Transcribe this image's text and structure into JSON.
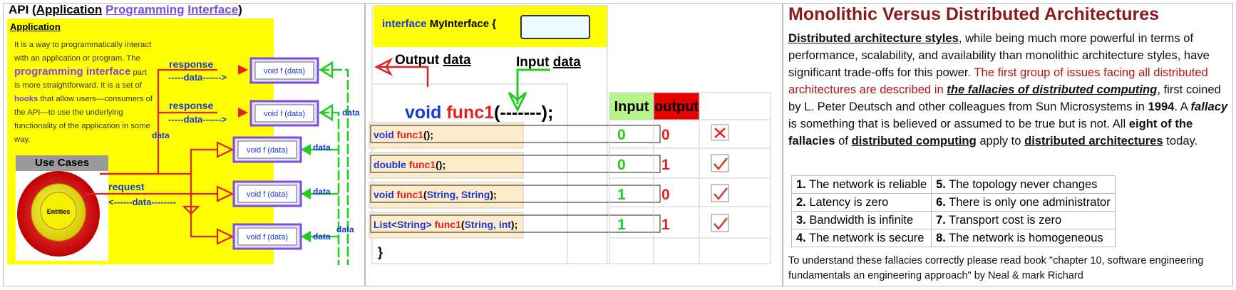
{
  "panel1": {
    "title_prefix": "API (",
    "title_word1": "Application",
    "title_word2": "Programming",
    "title_word3": "Interface",
    "title_suffix": ")",
    "app_heading": "Application",
    "app_text_1": "It is a way to programmatically interact with an application or program. The ",
    "app_text_big": "programming interface",
    "app_text_2": " part is more straightforward. It is a set of ",
    "app_text_hooks": "hooks",
    "app_text_3": " that allow users—consumers of the API—to use the underlying functionality of the application in some way.",
    "use_cases": "Use Cases",
    "entities": "Entities",
    "response_label": "response",
    "data_arrow": "-----data------>",
    "request_label": "request",
    "request_arrow": "<------data--------",
    "data_word": "data",
    "method_label": "void f (data)",
    "colors": {
      "yellow": "#ffff00",
      "red": "#e62020",
      "green": "#22cc22",
      "purple": "#7a4fe0"
    }
  },
  "panel2": {
    "interface_keyword": "interface",
    "interface_name": "MyInterface {",
    "output_label": "Output",
    "input_label": "Input",
    "data_label": "data",
    "func_void": "void",
    "func_name": "func1",
    "func_params": "(-------);",
    "closing_brace": "}",
    "col_input": "Input",
    "col_output": "output",
    "rows": [
      {
        "ret": "void ",
        "name": "func1",
        "args": "();",
        "args_blue": "",
        "args_end": "",
        "input": "0",
        "output": "0",
        "mark": "X"
      },
      {
        "ret": "double ",
        "name": "func1",
        "args": "();",
        "args_blue": "",
        "args_end": "",
        "input": "0",
        "output": "1",
        "mark": "check"
      },
      {
        "ret": "void ",
        "name": "func1",
        "args": "(",
        "args_blue": "String, String",
        "args_end": ");",
        "input": "1",
        "output": "0",
        "mark": "check"
      },
      {
        "ret": "List<String> ",
        "name": "func1",
        "args": "(",
        "args_blue": "String, int",
        "args_end": ");",
        "input": "1",
        "output": "1",
        "mark": "check"
      }
    ]
  },
  "panel3": {
    "title": "Monolithic Versus Distributed Architectures",
    "p_1": "Distributed architecture styles",
    "p_2": ", while being much more powerful in terms of performance, scalability, and availability than monolithic architecture styles, have significant trade-offs for this power. ",
    "p_red": "The first group of issues facing all distributed architectures are described in ",
    "p_fallacies": "the fallacies of distributed computing",
    "p_3": ", first coined by L. Peter Deutsch and other colleagues from Sun Microsystems in ",
    "p_year": "1994",
    "p_4": ". A ",
    "p_fallacy": "fallacy",
    "p_5": " is something that is believed or assumed to be true but is not. All ",
    "p_eight": "eight of the fallacies",
    "p_6": " of ",
    "p_dc": "distributed computing",
    "p_7": " apply to ",
    "p_da": "distributed architectures",
    "p_8": " today.",
    "fallacies": [
      {
        "num": "1.",
        "text": " The network is reliable"
      },
      {
        "num": "2.",
        "text": " Latency is zero"
      },
      {
        "num": "3.",
        "text": " Bandwidth is infinite"
      },
      {
        "num": "4.",
        "text": " The network is secure"
      },
      {
        "num": "5.",
        "text": " The topology never changes"
      },
      {
        "num": "6.",
        "text": " There is only one administrator"
      },
      {
        "num": "7.",
        "text": " Transport cost is zero"
      },
      {
        "num": "8.",
        "text": " The network is homogeneous"
      }
    ],
    "footer": "To understand these fallacies correctly please read book \"chapter 10, software engineering fundamentals an engineering approach\" by Neal & mark Richard"
  }
}
